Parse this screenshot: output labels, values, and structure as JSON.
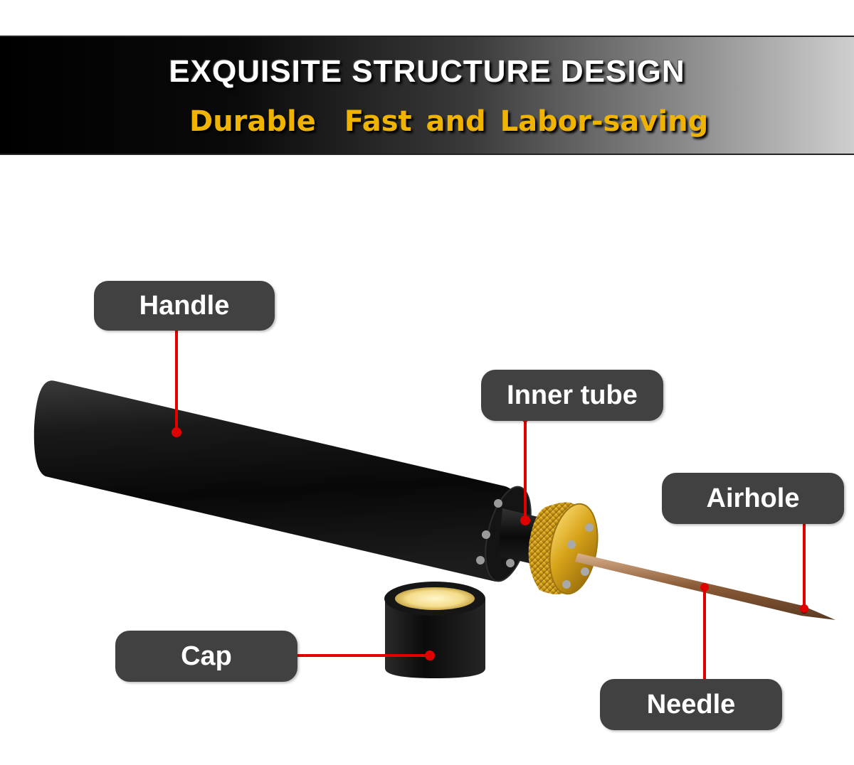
{
  "header": {
    "title": "EXQUISITE STRUCTURE DESIGN",
    "subtitle": "Durable  Fast and Labor-saving"
  },
  "labels": {
    "handle": "Handle",
    "inner_tube": "Inner tube",
    "airhole": "Airhole",
    "cap": "Cap",
    "needle": "Needle"
  },
  "colors": {
    "label_bg": "#414141",
    "label_text": "#ffffff",
    "callout_line": "#e00000",
    "subtitle_gold": "#f0b400",
    "brass": "#d4a017"
  }
}
